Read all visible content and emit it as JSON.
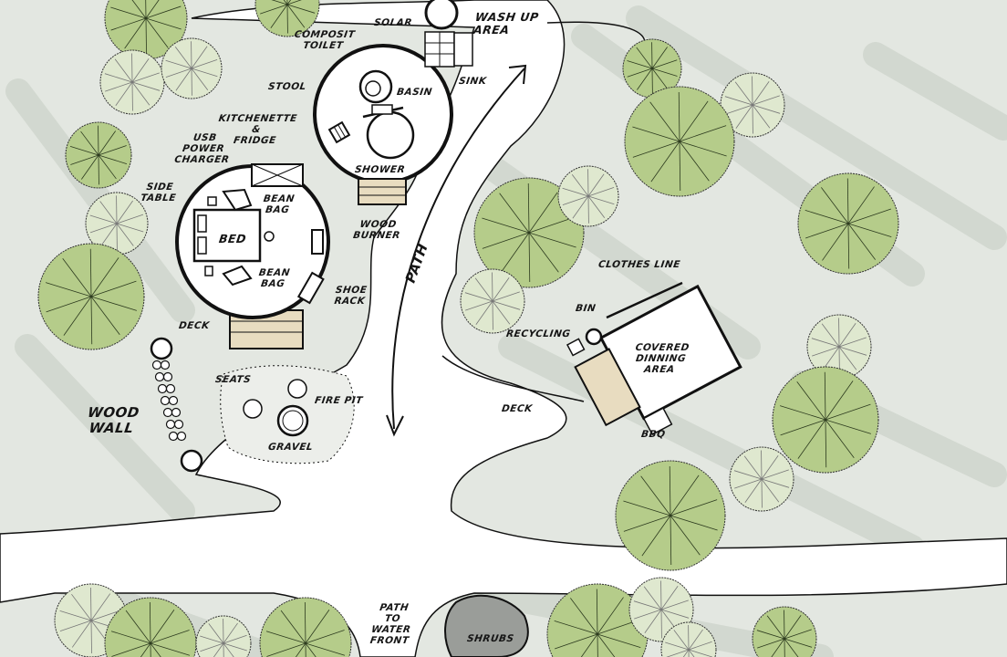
{
  "title": "Campsite site plan sketch",
  "labels": {
    "solar": "SOLAR",
    "wash_up_area": "WASH UP\nAREA",
    "composit_toilet": "COMPOSIT\nTOILET",
    "sink": "SINK",
    "stool": "STOOL",
    "basin": "BASIN",
    "kitchenette": "KITCHENETTE\n&\nFRIDGE",
    "usb_power_charger": "USB\nPOWER\nCHARGER",
    "shower": "SHOWER",
    "side_table": "SIDE\nTABLE",
    "bean_bag_top": "BEAN\nBAG",
    "bed": "BED",
    "wood_burner": "WOOD\nBURNER",
    "bean_bag_bottom": "BEAN\nBAG",
    "shoe_rack": "SHOE\nRACK",
    "deck_pod": "DECK",
    "path": "PATH",
    "clothes_line": "CLOTHES LINE",
    "bin": "BIN",
    "recycling": "RECYCLING",
    "covered_dining_area": "COVERED\nDINNING\nAREA",
    "deck_dining": "DECK",
    "bbq": "BBQ",
    "seats": "SEATS",
    "fire_pit": "FIRE PIT",
    "gravel": "GRAVEL",
    "wood_wall": "WOOD\nWALL",
    "path_to_water_front": "PATH\nTO\nWATER\nFRONT",
    "shrubs": "SHRUBS"
  },
  "colors": {
    "background": "#e3e7e1",
    "tree_dark": "#b5cc8a",
    "tree_light": "#dfe8cf",
    "deck": "#e8dcc0",
    "ink": "#111111"
  }
}
